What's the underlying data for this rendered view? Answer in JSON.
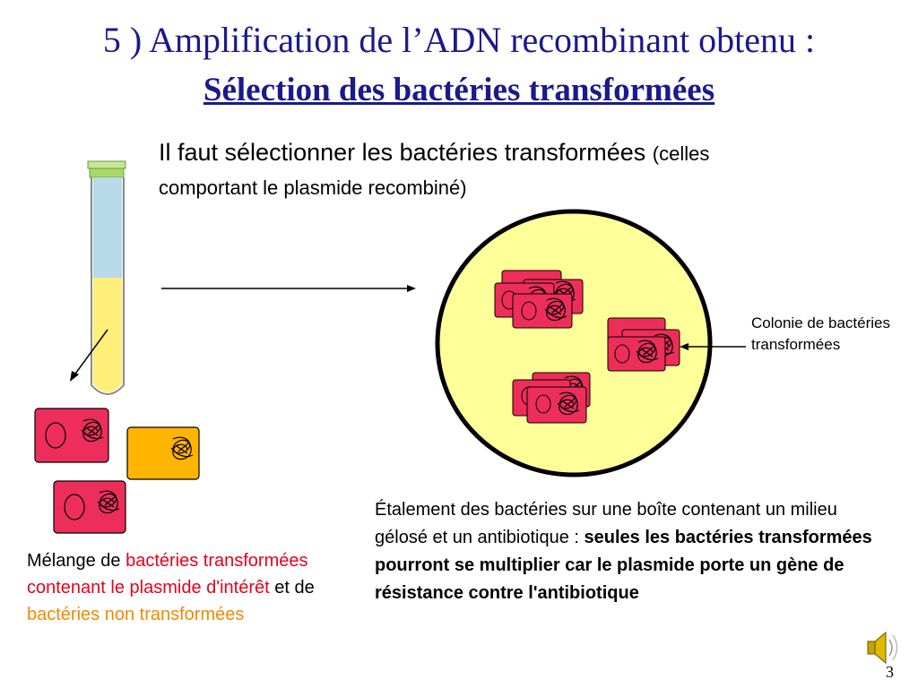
{
  "title": "5 ) Amplification de l’ADN recombinant obtenu :",
  "subtitle": "Sélection des bactéries transformées",
  "intro": {
    "main": "Il faut sélectionner les bactéries transformées",
    "paren_open": "(celles",
    "line2": "comportant le plasmide recombiné)"
  },
  "mix_caption": {
    "part1": "Mélange de ",
    "red": "bactéries transformées contenant le plasmide d'intérêt",
    "part2": " et de ",
    "orange": "bactéries non transformées"
  },
  "colony_label": "Colonie de bactéries transformées",
  "spread_caption": {
    "plain": "Étalement des bactéries sur une boîte contenant un milieu gélosé et un antibiotique : ",
    "bold": "seules les bactéries transformées pourront se multiplier car le plasmide porte un gène de résistance contre l'antibiotique"
  },
  "page_number": "3",
  "colors": {
    "title": "#1a1a8c",
    "transformed_bacteria": "#ee2e5a",
    "untransformed_bacteria": "#ffb400",
    "petri_agar": "#ffff99",
    "tube_liquid_top": "#b7d9e8",
    "tube_liquid_bottom": "#ffee77",
    "tube_cap": "#a6d96a"
  },
  "icons": [
    "speaker-icon"
  ]
}
